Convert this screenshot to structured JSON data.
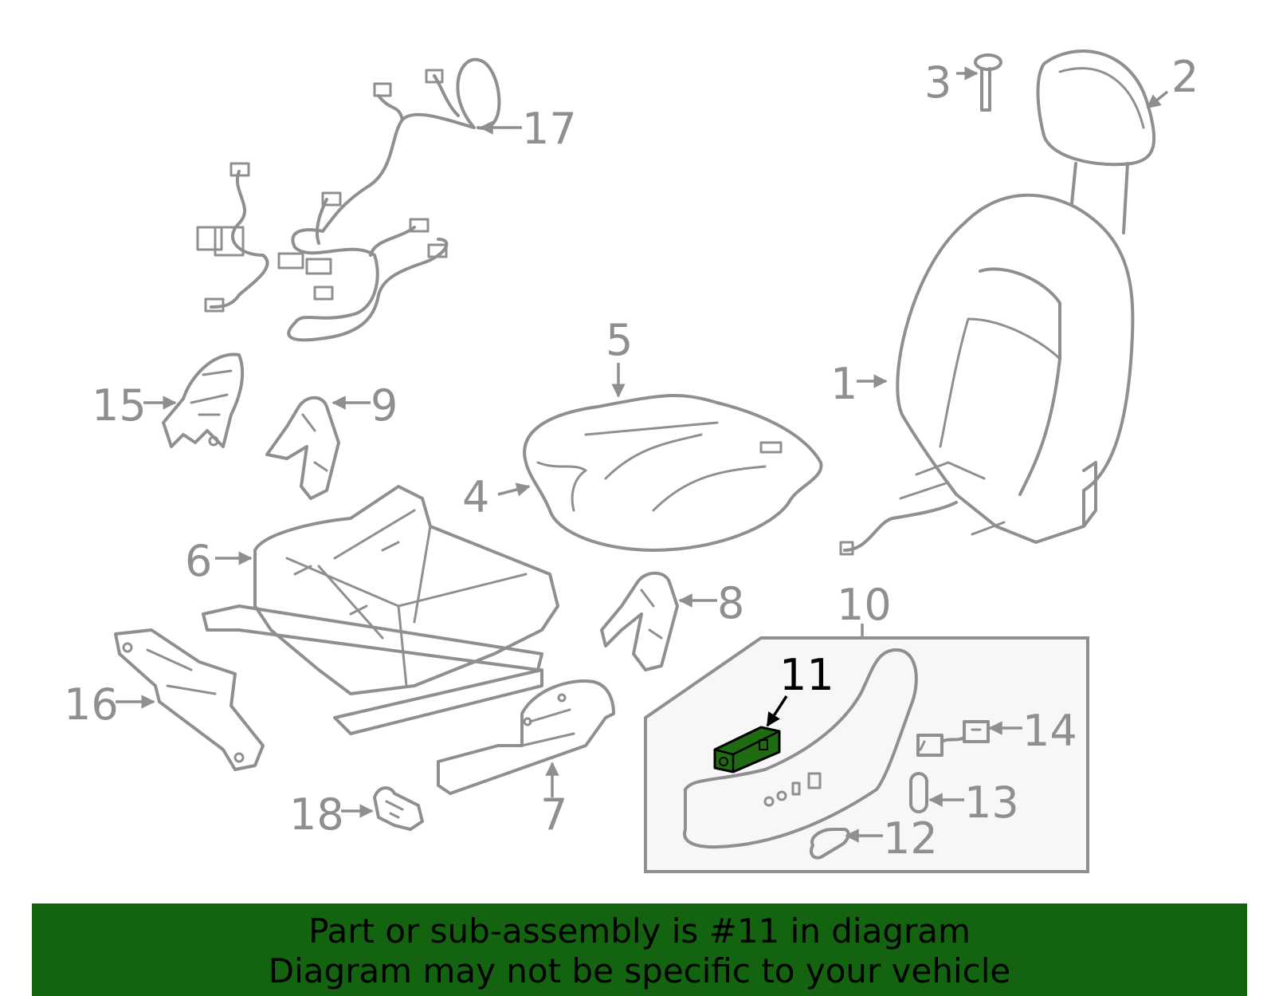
{
  "labels": {
    "p1": "1",
    "p2": "2",
    "p3": "3",
    "p4": "4",
    "p5": "5",
    "p6": "6",
    "p7": "7",
    "p8": "8",
    "p9": "9",
    "p10": "10",
    "p11": "11",
    "p12": "12",
    "p13": "13",
    "p14": "14",
    "p15": "15",
    "p16": "16",
    "p17": "17",
    "p18": "18"
  },
  "highlight": {
    "part": "11",
    "color": "#1f6b12"
  },
  "banner": {
    "line1": "Part or sub-assembly is #11 in diagram",
    "line2": "Diagram may not be specific to your vehicle",
    "color": "#136310"
  }
}
